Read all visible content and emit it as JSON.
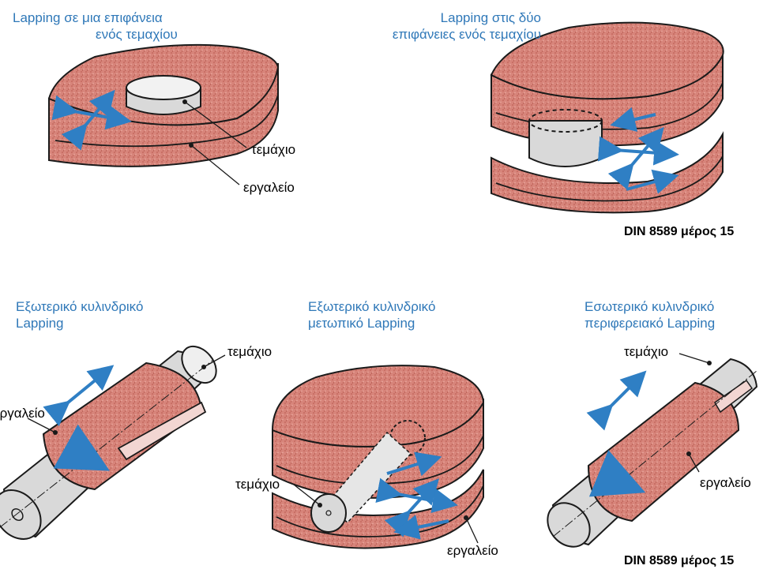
{
  "panels": {
    "one_surface": {
      "caption_line1": "Lapping σε μια επιφάνεια",
      "caption_line2": "ενός τεμαχίου",
      "workpiece_label": "τεμάχιο",
      "tool_label": "εργαλείο"
    },
    "two_surfaces": {
      "caption_line1": "Lapping στις δύο",
      "caption_line2": "επιφάνειες ενός τεμαχίου"
    },
    "external_cylindrical": {
      "caption_line1": "Εξωτερικό κυλινδρικό",
      "caption_line2": "Lapping",
      "workpiece_label": "τεμάχιο",
      "tool_label": "εργαλείο"
    },
    "external_face": {
      "caption_line1": "Εξωτερικό κυλινδρικό",
      "caption_line2": "μετωπικό Lapping",
      "workpiece_label": "τεμάχιο",
      "tool_label": "εργαλείο"
    },
    "internal_peripheral": {
      "caption_line1": "Εσωτερικό κυλινδρικό",
      "caption_line2": "περιφερειακό Lapping",
      "workpiece_label": "τεμάχιο",
      "tool_label": "εργαλείο"
    }
  },
  "standard_top": "DIN 8589 μέρος 15",
  "standard_bottom": "DIN 8589 μέρος 15",
  "colors": {
    "tool_fill": "#d7847a",
    "tool_side": "#cc7468",
    "workpiece": "#dcdcdc",
    "arrow": "#2f7fc4",
    "caption": "#2f78b8"
  }
}
